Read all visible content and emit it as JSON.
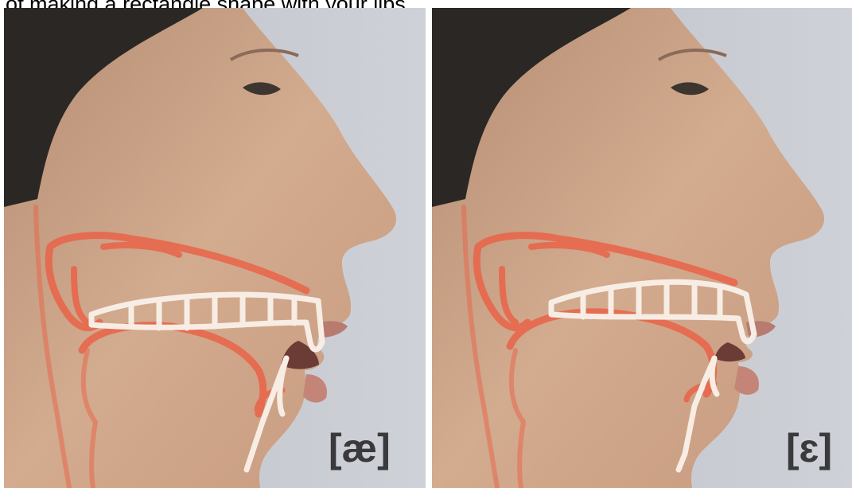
{
  "caption": {
    "text": "k of making a rectangle shape with your lips."
  },
  "panels": [
    {
      "label": "[æ]",
      "overlay_color": "#e8674c",
      "teeth_color": "#f7ede4"
    },
    {
      "label": "[ɛ]",
      "overlay_color": "#e8674c",
      "teeth_color": "#f7ede4"
    }
  ],
  "colors": {
    "background": "#c9cbd2",
    "skin": "#c79f83",
    "hair": "#2b2724"
  }
}
